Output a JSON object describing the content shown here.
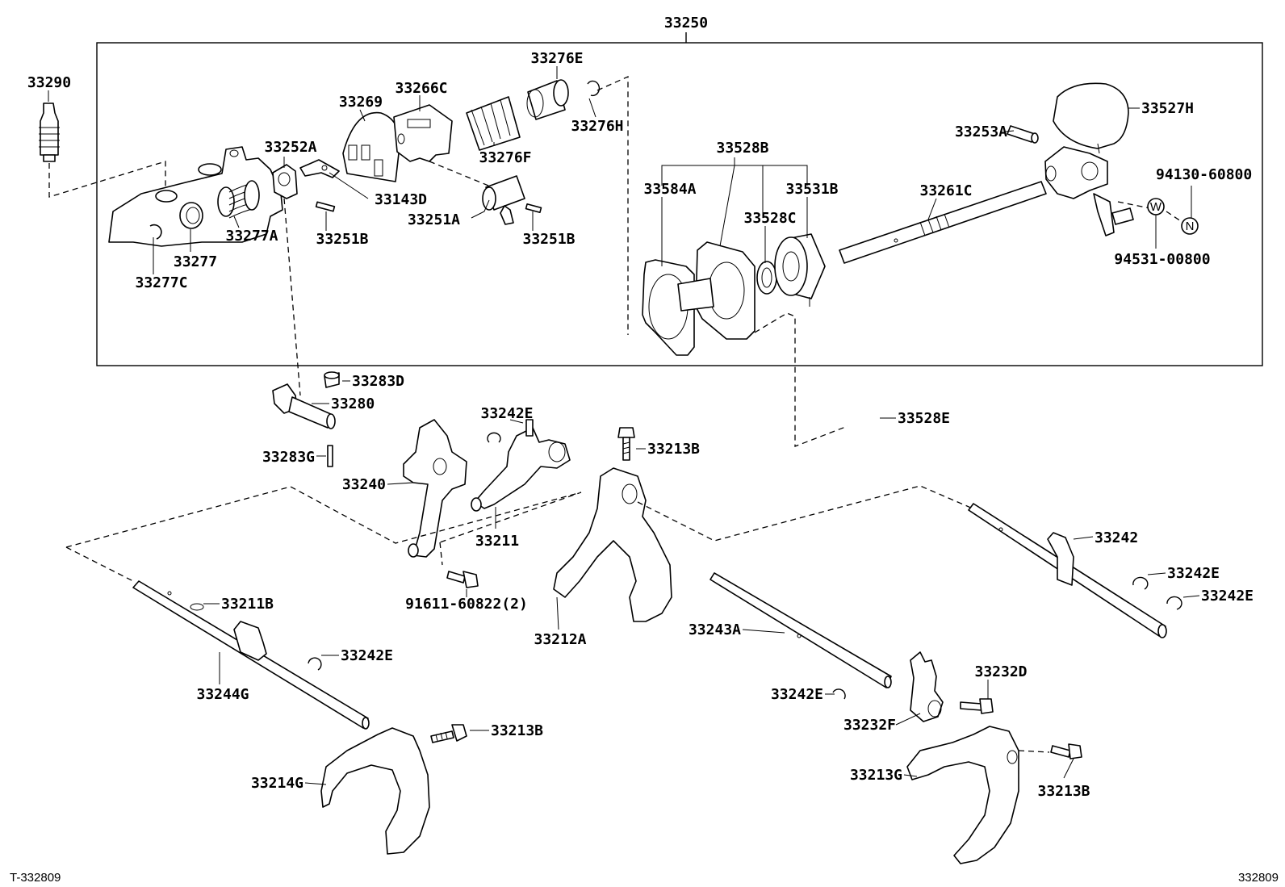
{
  "labels": {
    "assembly": "33250",
    "l33290": "33290",
    "l33276E": "33276E",
    "l33266C": "33266C",
    "l33269": "33269",
    "l33527H": "33527H",
    "l33276H": "33276H",
    "l33253A": "33253A",
    "l33276F": "33276F",
    "l33528B": "33528B",
    "l33252A": "33252A",
    "l94130": "94130-60800",
    "l33584A": "33584A",
    "l33531B": "33531B",
    "l33261C": "33261C",
    "l33143D": "33143D",
    "l33528C": "33528C",
    "l33251A": "33251A",
    "l33277A": "33277A",
    "l33251B_1": "33251B",
    "l33251B_2": "33251B",
    "l33277": "33277",
    "l94531": "94531-00800",
    "l33277C": "33277C",
    "l33283D": "33283D",
    "l33280": "33280",
    "l33528E": "33528E",
    "l33242E_1": "33242E",
    "l33213B_1": "33213B",
    "l33283G": "33283G",
    "l33240": "33240",
    "l33242": "33242",
    "l33211": "33211",
    "l33242E_2": "33242E",
    "l33242E_3": "33242E",
    "l91611": "91611-60822(2)",
    "l33211B": "33211B",
    "l33212A": "33212A",
    "l33243A": "33243A",
    "l33242E_4": "33242E",
    "l33232D": "33232D",
    "l33244G": "33244G",
    "l33242E_5": "33242E",
    "l33232F": "33232F",
    "l33213B_2": "33213B",
    "l33213G": "33213G",
    "l33214G": "33214G",
    "l33213B_3": "33213B",
    "washer_w": "W",
    "nut_n": "N"
  },
  "footer": {
    "left_code": "T-332809",
    "right_code": "332809"
  }
}
